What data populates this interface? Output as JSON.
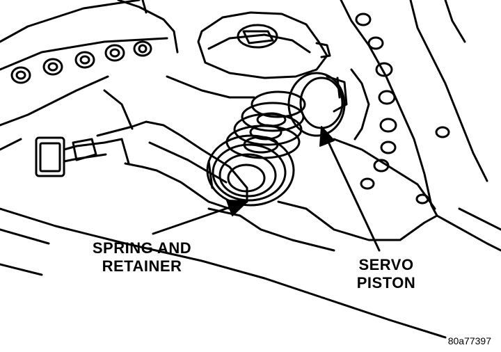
{
  "callouts": {
    "spring_and_retainer": {
      "line1": "SPRING AND",
      "line2": "RETAINER"
    },
    "servo_piston": {
      "line1": "SERVO",
      "line2": "PISTON"
    }
  },
  "figure_id": "80a77397",
  "colors": {
    "ink": "#000000",
    "paper": "#ffffff"
  }
}
